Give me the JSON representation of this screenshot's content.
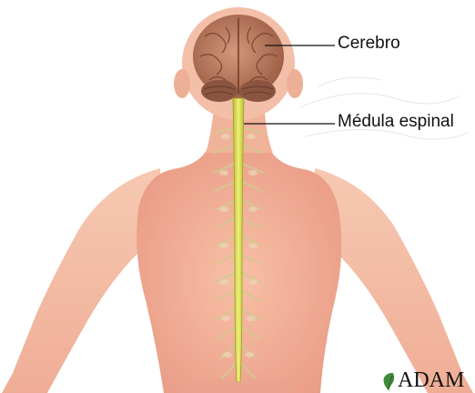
{
  "labels": {
    "brain": "Cerebro",
    "spinal_cord": "Médula espinal"
  },
  "logo": {
    "text": "ADAM",
    "icon": "leaf-icon"
  },
  "colors": {
    "skin": "#f4b9a0",
    "skin_shadow": "#e29a86",
    "brain": "#b8785a",
    "cerebellum": "#7a4a36",
    "spinal_cord": "#d8dc4c",
    "nerves": "#d9cf9c",
    "logo_leaf": "#3f8a3a"
  }
}
